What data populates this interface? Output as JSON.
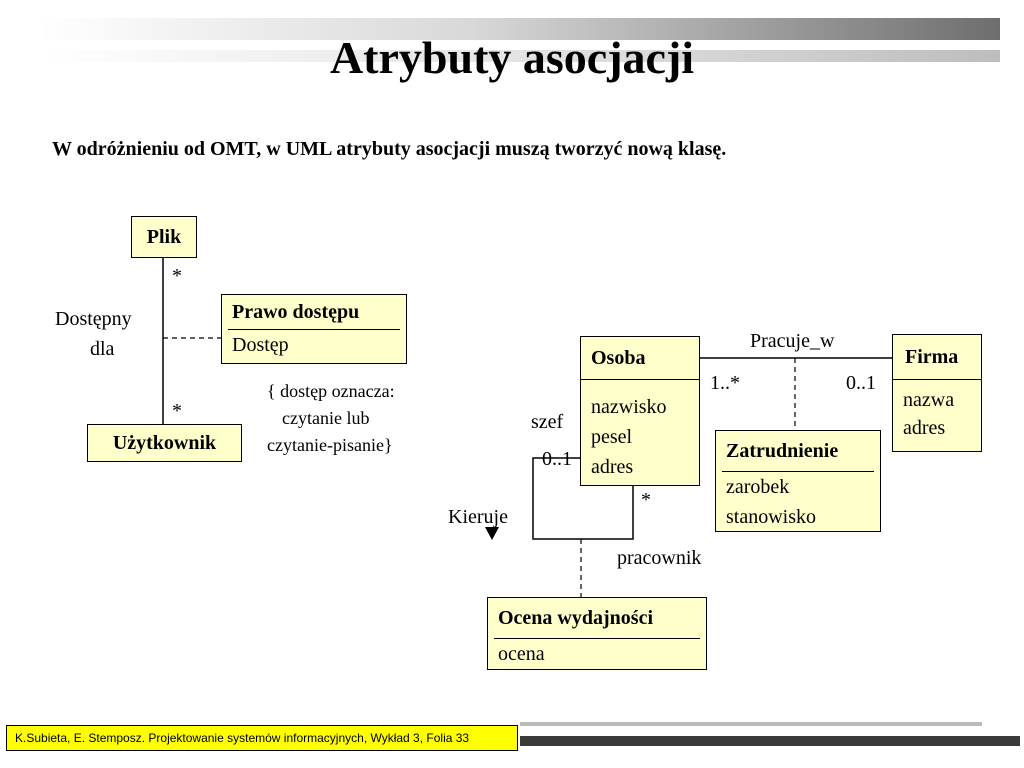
{
  "slide": {
    "title": "Atrybuty asocjacji",
    "subtitle": "W odróżnieniu od OMT, w UML atrybuty asocjacji muszą tworzyć nową klasę.",
    "footer": "K.Subieta, E. Stemposz. Projektowanie systemów informacyjnych, Wykład 3, Folia 33"
  },
  "diagram": {
    "classes": {
      "plik": {
        "name": "Plik"
      },
      "uzytkownik": {
        "name": "Użytkownik"
      },
      "prawo": {
        "name": "Prawo dostępu",
        "attrs": [
          "Dostęp"
        ]
      },
      "osoba": {
        "name": "Osoba",
        "attrs": [
          "nazwisko",
          "pesel",
          "adres"
        ]
      },
      "firma": {
        "name": "Firma",
        "attrs": [
          "nazwa",
          "adres"
        ]
      },
      "zatrudnienie": {
        "name": "Zatrudnienie",
        "attrs": [
          "zarobek",
          "stanowisko"
        ]
      },
      "ocena": {
        "name": "Ocena wydajności",
        "attrs": [
          "ocena"
        ]
      }
    },
    "labels": {
      "plik_mult_top": "*",
      "plik_mult_bottom": "*",
      "dostepny_line1": "Dostępny",
      "dostepny_line2": "dla",
      "note_line1": "{ dostęp oznacza:",
      "note_line2": "czytanie lub",
      "note_line3": "czytanie-pisanie}",
      "pracuje_w": "Pracuje_w",
      "mult_osoba": "1..*",
      "mult_firma": "0..1",
      "szef": "szef",
      "mult_szef": "0..1",
      "mult_pracownik": "*",
      "kieruje": "Kieruje",
      "pracownik": "pracownik"
    }
  }
}
